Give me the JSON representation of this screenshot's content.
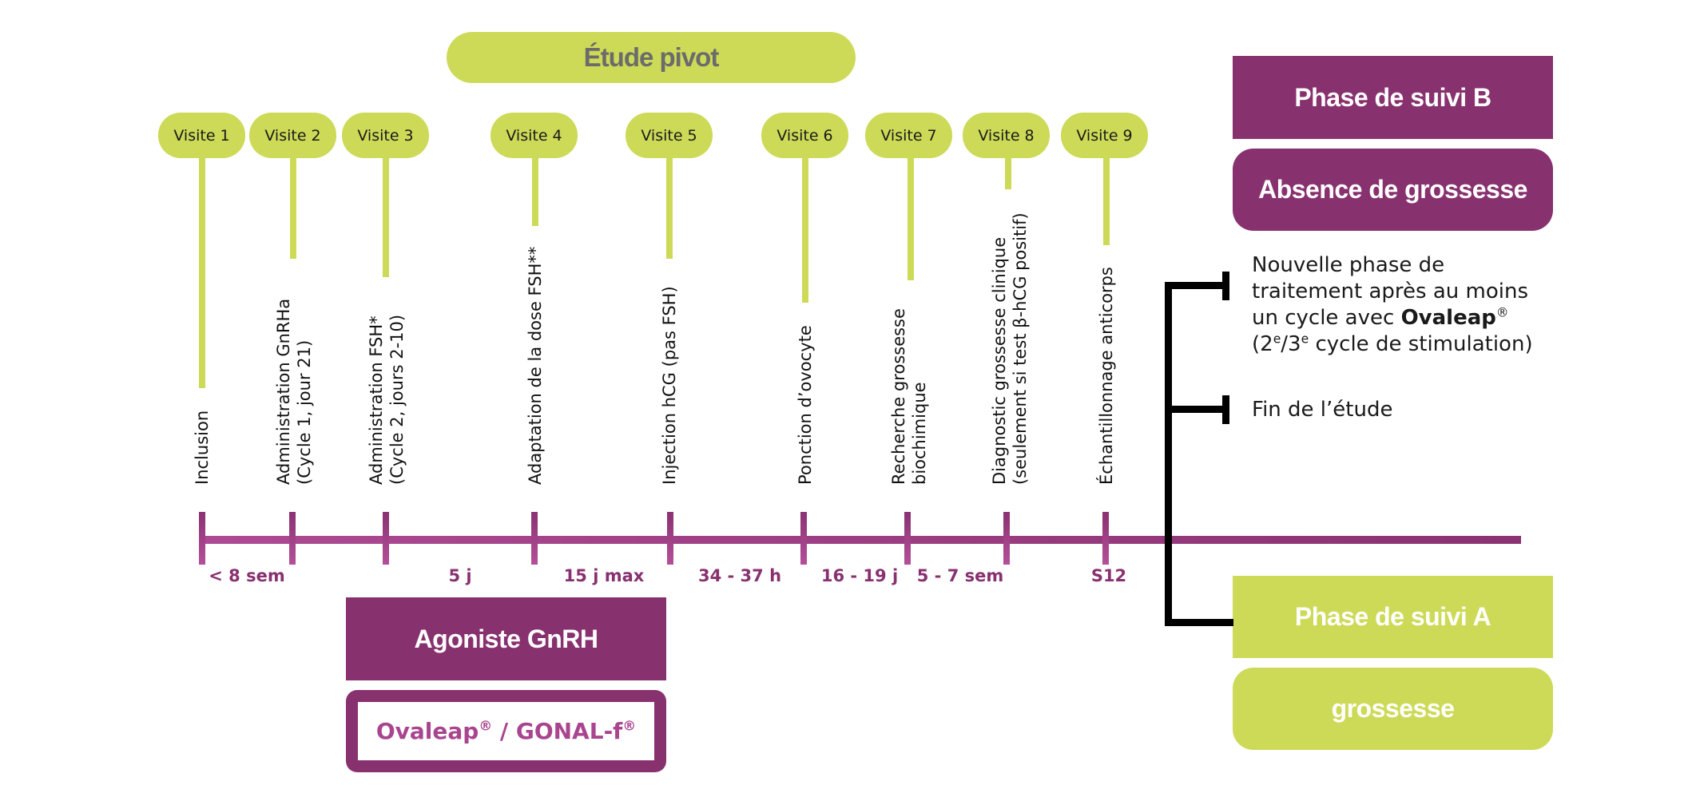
{
  "title": "Étude pivot",
  "colors": {
    "green": "#CDDA57",
    "purple": "#88316F",
    "title_text": "#6B6B6B"
  },
  "visits": [
    {
      "label": "Visite 1",
      "event": [
        "Inclusion"
      ]
    },
    {
      "label": "Visite 2",
      "event": [
        "Administration GnRHa",
        "(Cycle 1, jour 21)"
      ]
    },
    {
      "label": "Visite 3",
      "event": [
        "Administration FSH*",
        "(Cycle 2, jours 2-10)"
      ]
    },
    {
      "label": "Visite 4",
      "event": [
        "Adaptation de la dose FSH**"
      ]
    },
    {
      "label": "Visite 5",
      "event": [
        "Injection hCG (pas FSH)"
      ]
    },
    {
      "label": "Visite 6",
      "event": [
        "Ponction d’ovocyte"
      ]
    },
    {
      "label": "Visite 7",
      "event": [
        "Recherche grossesse",
        "biochimique"
      ]
    },
    {
      "label": "Visite 8",
      "event": [
        "Diagnostic grossesse clinique",
        "(seulement si test β-hCG positif)"
      ]
    },
    {
      "label": "Visite 9",
      "event": [
        "Échantillonnage anticorps"
      ]
    }
  ],
  "durations": [
    {
      "label": "< 8 sem",
      "between": "Visite 1 – Visite 2"
    },
    {
      "label": "5 j",
      "between": "Visite 3 – Visite 4"
    },
    {
      "label": "15 j max",
      "between": "Visite 4 – Visite 5"
    },
    {
      "label": "34 - 37 h",
      "between": "Visite 5 – Visite 6"
    },
    {
      "label": "16 - 19 j",
      "between": "Visite 6 – Visite 7"
    },
    {
      "label": "5 - 7 sem",
      "between": "Visite 7 – Visite 8"
    },
    {
      "label": "S12",
      "between": "Visite 9"
    }
  ],
  "treatment": {
    "agonist": "Agoniste GnRH",
    "products": "Ovaleap",
    "products_sep": " / GONAL-f",
    "reg": "®"
  },
  "follow_up": {
    "phase_b": "Phase de suivi B",
    "phase_b_condition": "Absence de grossesse",
    "phase_a": "Phase de suivi A",
    "phase_a_condition": "grossesse",
    "option_1": {
      "line1": "Nouvelle phase de",
      "line2": "traitement après au moins",
      "line3_pre": "un cycle avec ",
      "line3_bold": "Ovaleap",
      "line3_reg": "®",
      "line4_a": "(2",
      "line4_sup1": "e",
      "line4_b": "/3",
      "line4_sup2": "e",
      "line4_c": " cycle de stimulation)"
    },
    "option_2": "Fin de l’étude"
  }
}
